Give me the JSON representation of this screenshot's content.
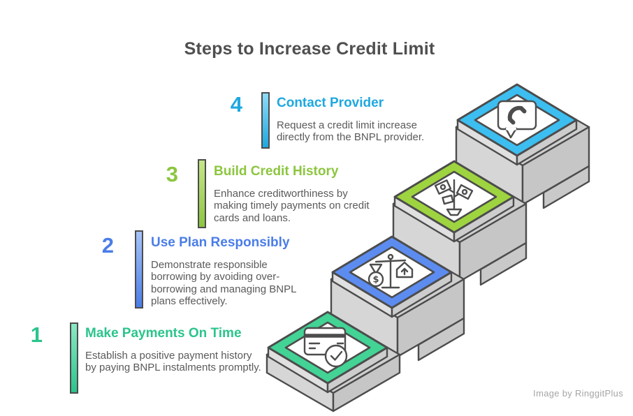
{
  "page": {
    "title": "Steps to Increase Credit Limit",
    "credit": "Image by RinggitPlus"
  },
  "colors": {
    "outline": "#4c4c4c",
    "body_text": "#5a5a5a",
    "title_text": "#4f4f4f",
    "credit_text": "#a5a5a5"
  },
  "steps": [
    {
      "number": "1",
      "title": "Make Payments On Time",
      "description": "Establish a positive payment history by paying BNPL instalments promptly.",
      "accent": "#2bc48c",
      "band": "#42d395",
      "accent_light": "#8ae9c4",
      "icon": "credit-card-check-icon"
    },
    {
      "number": "2",
      "title": "Use Plan Responsibly",
      "description": "Demonstrate responsible borrowing by avoiding over-borrowing and managing BNPL plans effectively.",
      "accent": "#4a7de8",
      "band": "#5c8cf0",
      "accent_light": "#a6c4f8",
      "icon": "balance-scale-icon",
      "icon_text": "$"
    },
    {
      "number": "3",
      "title": "Build Credit History",
      "description": "Enhance creditworthiness by making timely payments on credit cards and loans.",
      "accent": "#8cc63f",
      "band": "#9ed43f",
      "accent_light": "#c6e589",
      "icon": "money-plant-icon"
    },
    {
      "number": "4",
      "title": "Contact Provider",
      "description": "Request a credit limit increase directly from the BNPL provider.",
      "accent": "#1fa8e0",
      "band": "#3cbef1",
      "accent_light": "#8edcf7",
      "icon": "phone-speech-bubble-icon"
    }
  ]
}
